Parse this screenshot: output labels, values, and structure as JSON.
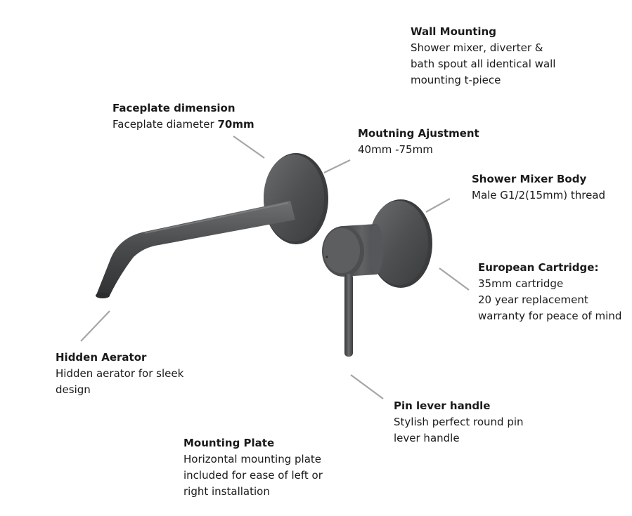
{
  "labels": {
    "wall_mounting": {
      "title": "Wall Mounting",
      "lines": [
        "Shower mixer, diverter &",
        "bath spout all identical wall",
        "mounting t-piece"
      ]
    },
    "faceplate": {
      "title": "Faceplate dimension",
      "text": "Faceplate diameter ",
      "value": "70mm"
    },
    "mounting_adjustment": {
      "title": "Moutning Ajustment",
      "lines": [
        "40mm -75mm"
      ]
    },
    "mixer_body": {
      "title": "Shower Mixer Body",
      "lines": [
        "Male G1/2(15mm) thread"
      ]
    },
    "cartridge": {
      "title": "European Cartridge:",
      "lines": [
        "35mm cartridge",
        "20 year replacement",
        "warranty for peace of mind"
      ]
    },
    "aerator": {
      "title": "Hidden Aerator",
      "lines": [
        "Hidden aerator for sleek",
        "design"
      ]
    },
    "pin_lever": {
      "title": "Pin lever handle",
      "lines": [
        "Stylish perfect round pin",
        "lever handle"
      ]
    },
    "mounting_plate": {
      "title": "Mounting Plate",
      "lines": [
        "Horizontal mounting plate",
        "included for ease of left or",
        "right installation"
      ]
    }
  },
  "colors": {
    "finish_dark": "#3c3e40",
    "finish_mid": "#5a5c5e",
    "finish_light": "#7b7d7f",
    "leader": "#a6a6a6"
  }
}
